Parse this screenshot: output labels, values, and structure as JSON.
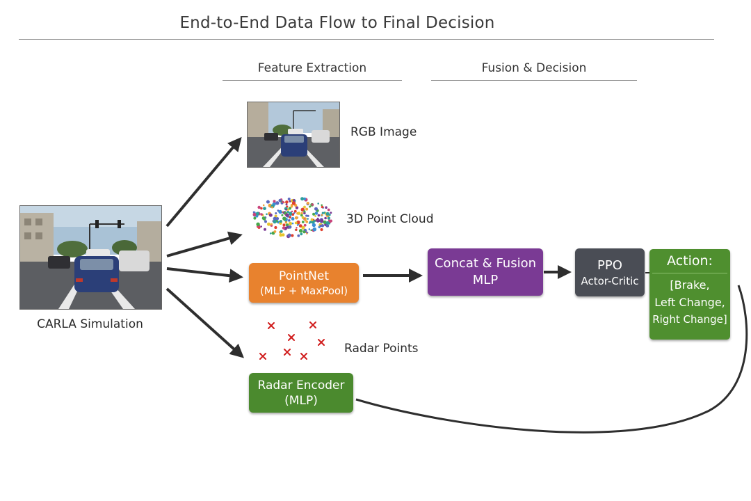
{
  "title": "End-to-End Data Flow to Final Decision",
  "sections": {
    "feature_extraction": "Feature Extraction",
    "fusion_decision": "Fusion & Decision"
  },
  "inputs": {
    "carla": "CARLA Simulation",
    "rgb": "RGB Image",
    "point_cloud": "3D Point Cloud",
    "radar": "Radar Points"
  },
  "blocks": {
    "pointnet": {
      "line1": "PointNet",
      "line2": "(MLP + MaxPool)"
    },
    "radar_encoder": {
      "line1": "Radar Encoder",
      "line2": "(MLP)"
    },
    "fusion": {
      "line1": "Concat & Fusion",
      "line2": "MLP"
    },
    "ppo": {
      "line1": "PPO",
      "line2": "Actor-Critic"
    },
    "action": {
      "title": "Action:",
      "line1": "[Brake,",
      "line2": "Left Change,",
      "line3": "Right Change]"
    }
  },
  "colors": {
    "pointnet": "#e8822e",
    "radar_encoder": "#4b8a2e",
    "fusion": "#7a3a94",
    "ppo": "#4a4d55",
    "action": "#4f8f2f",
    "radar_marker": "#d01c1c"
  },
  "icons": {
    "road_scene": "road-scene-image",
    "radar_marker": "x-mark"
  }
}
